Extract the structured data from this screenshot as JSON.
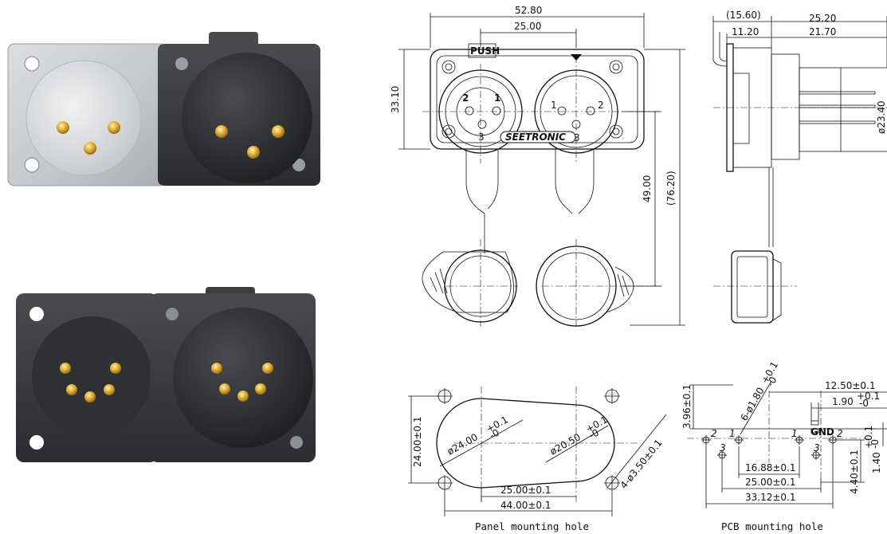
{
  "photos": {
    "top": {
      "view": "3-pin connector with protective cap, silver panel"
    },
    "bottom": {
      "view": "5-pin connector with protective cap, black panel"
    }
  },
  "front_view": {
    "dims": {
      "width": "52.80",
      "pitch": "25.00",
      "height": "33.10",
      "cap_height": "(76.20)",
      "cap_offset": "49.00"
    },
    "labels": {
      "push": "PUSH",
      "brand": "SEETRONIC"
    },
    "pins_left": [
      "2",
      "1",
      "3"
    ],
    "pins_right": [
      "1",
      "2",
      "3"
    ]
  },
  "side_view": {
    "dims": {
      "overall": "(15.60)",
      "body": "25.20",
      "flange": "11.20",
      "pins": "21.70",
      "dia": "ø23.40"
    }
  },
  "panel_hole": {
    "caption": "Panel mounting hole",
    "dims": {
      "dia_large": "ø24.00",
      "dia_large_tol": "+0.1",
      "dia_large_tol_low": "-0",
      "dia_small": "ø20.50",
      "dia_small_tol": "+0.1",
      "dia_small_tol_low": "-0",
      "screw": "4-ø3.50±0.1",
      "height": "24.00±0.1",
      "pitch": "25.00±0.1",
      "width": "44.00±0.1"
    }
  },
  "pcb_hole": {
    "caption": "PCB mounting hole",
    "dims": {
      "offset_y": "3.96±0.1",
      "holes": "6-ø1.80",
      "holes_tol": "+0.1",
      "holes_tol_low": "-0",
      "span": "12.50±0.1",
      "gnd_width": "1.90",
      "gnd_tol": "+0.1",
      "gnd_tol_low": "-0",
      "pin_offset": "16.88±0.1",
      "pitch": "25.00±0.1",
      "total": "33.12±0.1",
      "height": "4.40±0.1",
      "gnd_height": "1.40",
      "gnd_height_tol": "+0.1",
      "gnd_height_tol_low": "-0"
    },
    "pin_labels": [
      "2",
      "1",
      "3",
      "1",
      "2",
      "3"
    ],
    "gnd": "GND"
  },
  "colors": {
    "pin": "#d9a62a",
    "silver_panel": "#c9cbce",
    "black_panel": "#3a3b3e",
    "cap": "#2c2d30"
  }
}
